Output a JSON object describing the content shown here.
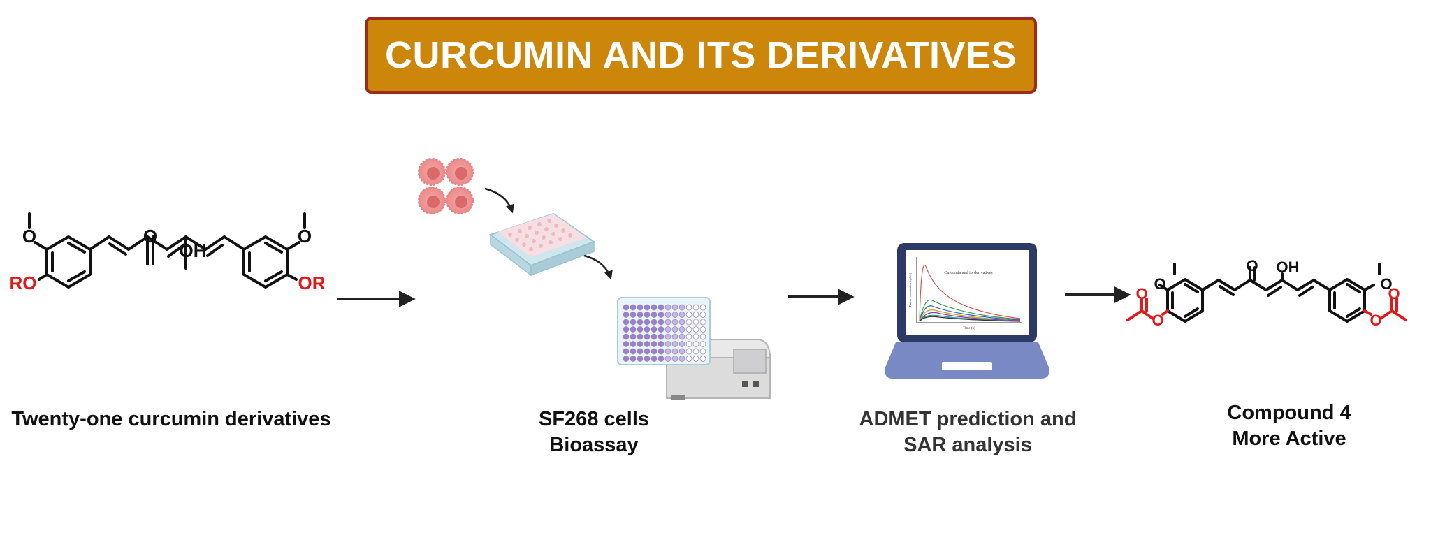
{
  "title": "CURCUMIN AND ITS DERIVATIVES",
  "steps": [
    {
      "lines": [
        "Twenty-one curcumin derivatives"
      ]
    },
    {
      "lines": [
        "SF268 cells",
        "Bioassay"
      ]
    },
    {
      "lines": [
        "ADMET prediction and",
        "SAR analysis"
      ]
    },
    {
      "lines": [
        "Compound 4",
        "More Active"
      ]
    }
  ],
  "structure1": {
    "ketone": "O",
    "enol": "OH",
    "ro_left": "RO",
    "ro_right": "OR",
    "methoxy": "O"
  },
  "structure2": {
    "ketone": "O",
    "enol": "OH",
    "methoxy": "O",
    "ester_o": "O"
  },
  "laptop_chart": {
    "title": "Curcumin and its derivatives",
    "xlabel": "Time (h)",
    "ylabel": "Plasma concentration (ng/mL)"
  },
  "colors": {
    "banner": "#cc870a",
    "banner_border": "#9e2a1c",
    "highlight": "#e01a1a",
    "laptop": "#2e3a66",
    "laptop_base": "#7889c4"
  }
}
